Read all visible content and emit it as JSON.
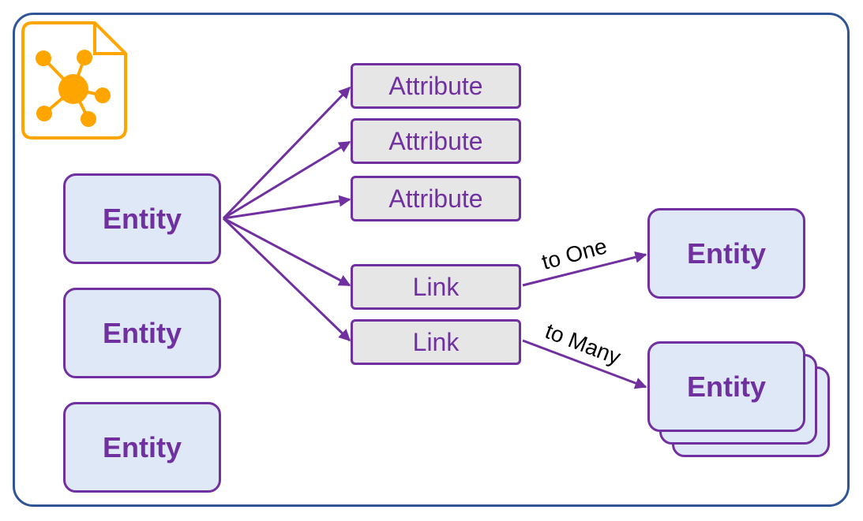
{
  "colors": {
    "frame_border": "#2f5597",
    "purple": "#7030a0",
    "entity_fill": "#dee8f6",
    "attribute_fill": "#e6e6e6",
    "icon": "#ffa500"
  },
  "icon": {
    "name": "data-model-file-icon"
  },
  "left_entities": [
    "Entity",
    "Entity",
    "Entity"
  ],
  "attributes": [
    "Attribute",
    "Attribute",
    "Attribute"
  ],
  "links": [
    "Link",
    "Link"
  ],
  "relations": {
    "to_one": {
      "label": "to One",
      "target": "Entity"
    },
    "to_many": {
      "label": "to Many",
      "target": "Entity"
    }
  }
}
